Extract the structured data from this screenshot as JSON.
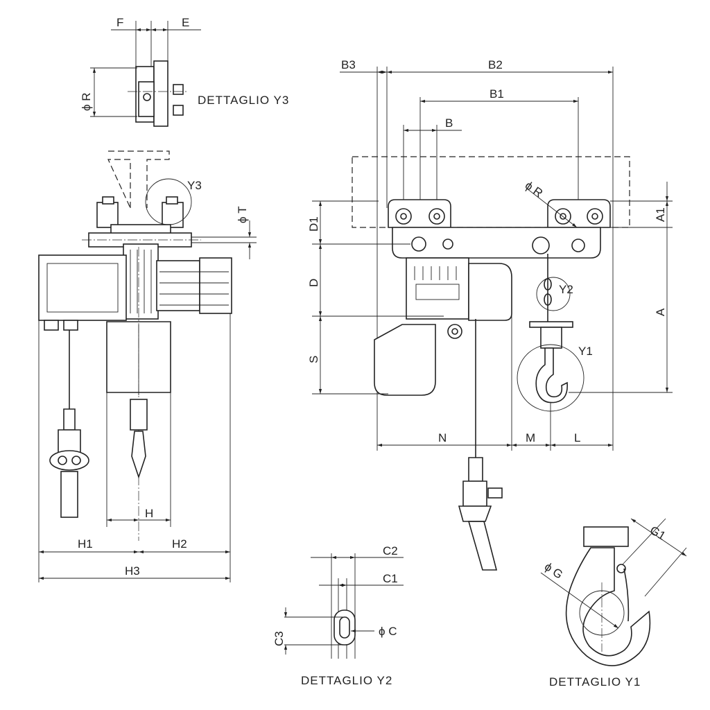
{
  "drawing": {
    "details": {
      "y1": "DETTAGLIO  Y1",
      "y2": "DETTAGLIO  Y2",
      "y3": "DETTAGLIO  Y3"
    },
    "callouts": {
      "y1": "Y1",
      "y2": "Y2",
      "y3": "Y3"
    },
    "dims": {
      "f": "F",
      "e": "E",
      "r": "ϕ R",
      "t": "ϕ T",
      "h": "H",
      "h1": "H1",
      "h2": "H2",
      "h3": "H3",
      "b": "B",
      "b1": "B1",
      "b2": "B2",
      "b3": "B3",
      "rr": "ϕ R",
      "a": "A",
      "a1": "A1",
      "d": "D",
      "d1": "D1",
      "s": "S",
      "n": "N",
      "m": "M",
      "l": "L",
      "c": "ϕ C",
      "c1": "C1",
      "c2": "C2",
      "c3": "C3",
      "g": "ϕ G",
      "g1": "G1"
    }
  }
}
